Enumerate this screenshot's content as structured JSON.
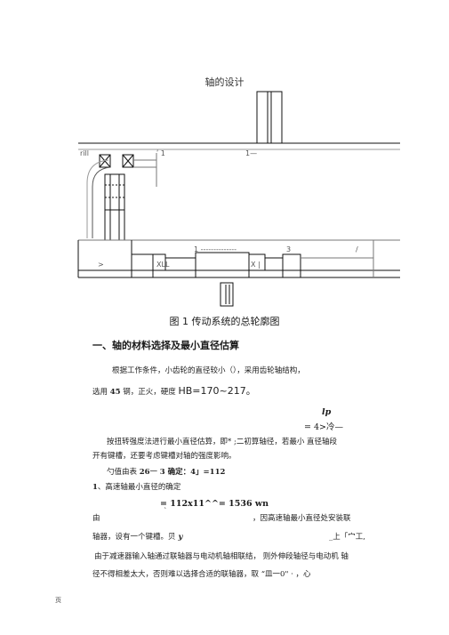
{
  "doc": {
    "title": "轴的设计",
    "figure_caption": "图 1 传动系统的总轮廓图",
    "diagram_labels": {
      "rill": "rill",
      "label_1a": "ʹ 1",
      "label_1b": "1—",
      "label_dashes": "1 --------------",
      "label_3": "3",
      "label_slash": "/",
      "label_gt": ">",
      "label_bars": "XLL",
      "label_bars2": "X |"
    },
    "section_heading": "一、轴的材料选择及最小直径估算",
    "paragraphs": {
      "p1": "根据工作条件，小齿轮的直径较小（），采用齿轮轴结构，",
      "p2_pre": "选用 ",
      "p2_num": "45",
      "p2_mid": " 钢，正火，硬度 ",
      "p2_hb": "HB=170~2",
      "p2_end": "17。",
      "formula_lp": "lp",
      "formula_main": "= 4>冷—",
      "p3": "按扭转强度法进行最小直径估算，即*  ;二初算轴径，若最小  直径轴段",
      "p4": "开有键槽，还要考虑键槽对轴的强度影响。",
      "p5_pre": "勺值由表 ",
      "p5_num": "26",
      "p5_mid": "一  ",
      "p5_num2": "3",
      "p5_end": " 确定：4」=112",
      "item1_num": "1",
      "item1_text": "、高速轴最小直径的确定",
      "formula2": "= 112x11^^= 1536 wn",
      "p6_pre": "由",
      "p6_mark": "ˋ",
      "p6_end": "，因高速轴最小直径处安装联",
      "p7_pre": "轴器，设有一个键槽。贝",
      "p7_y": " y",
      "p7_end": "_上「宀工,",
      "p8": "由于减速器输入轴通过联轴器与电动机轴相联结，  则外伸段轴径与电动机  轴",
      "p9": "径不得相差太大，否则难以选择合适的联轴器，取  “皿一0\"  ·  ，心"
    },
    "footer": "页"
  }
}
